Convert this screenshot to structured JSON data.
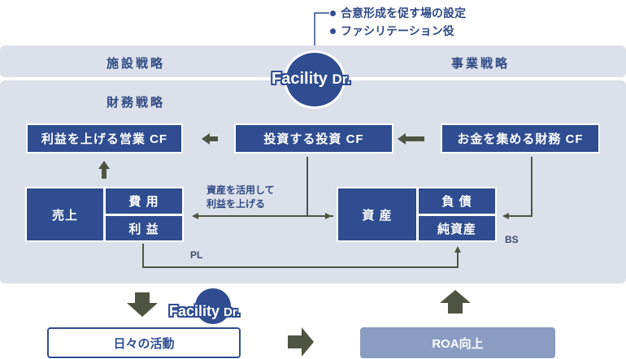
{
  "header": {
    "bullets": [
      "合意形成を促す場の設定",
      "ファシリテーション役"
    ]
  },
  "bands": {
    "facility_strategy": "施設戦略",
    "business_strategy": "事業戦略",
    "finance_strategy": "財務戦略"
  },
  "logo": {
    "name": "Facility",
    "suffix": "Dr."
  },
  "boxes": {
    "profit_sales": "利益を上げる営業 CF",
    "invest": "投資する投資 CF",
    "finance": "お金を集める財務 CF",
    "sales": "売上",
    "expense": "費 用",
    "profit": "利 益",
    "assets": "資 産",
    "liabilities": "負 債",
    "net_assets": "純資産"
  },
  "notes": {
    "use_assets": [
      "資産を活用して",
      "利益を上げる"
    ],
    "pl": "PL",
    "bs": "BS"
  },
  "bottom": {
    "daily": "日々の活動",
    "roa": "ROA向上"
  },
  "colors": {
    "navy": "#2f4d90",
    "band": "#dce0ea",
    "arrow": "#4f5442",
    "roa_box": "#8a9cc2"
  }
}
